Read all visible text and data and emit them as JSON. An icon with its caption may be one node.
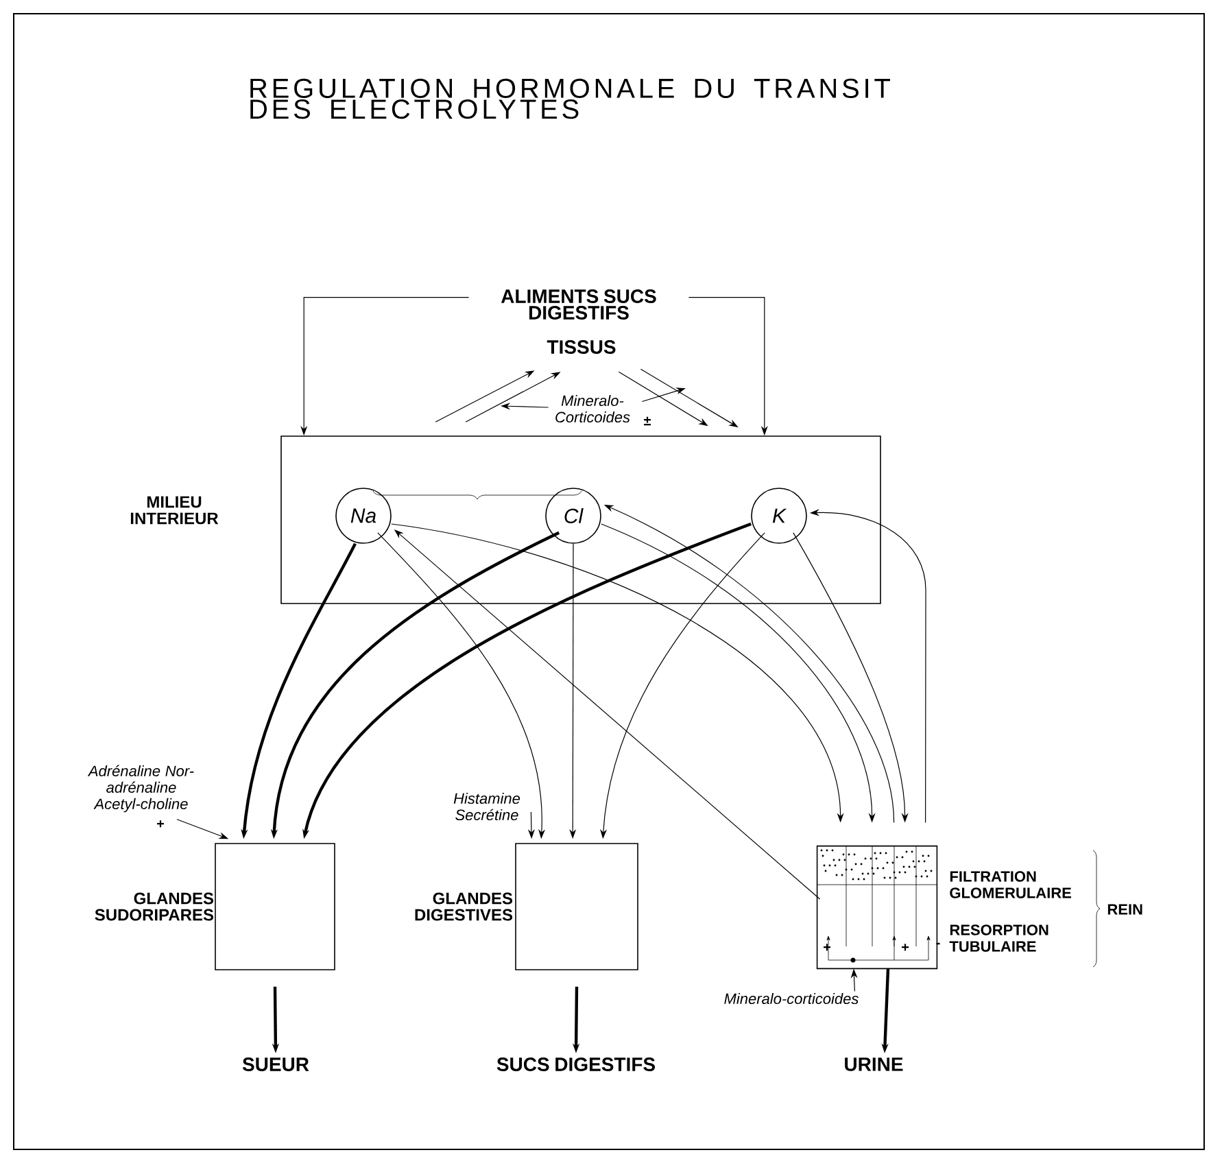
{
  "diagram": {
    "title": "REGULATION HORMONALE DU TRANSIT DES ELECTROLYTES",
    "nodes": [
      {
        "text": [
          "ALIMENTS SUCS DIGESTIFS"
        ]
      },
      {
        "text": [
          "TISSUS"
        ]
      },
      {
        "text": [
          "MILIEU INTERIEUR"
        ]
      },
      {
        "text": [
          "Na"
        ],
        "in": 2
      },
      {
        "text": [
          "Cl"
        ],
        "in": 2
      },
      {
        "text": [
          "K"
        ],
        "in": 2
      },
      {
        "text": [
          "GLANDES SUDORIPARES"
        ]
      },
      {
        "text": [
          "GLANDES DIGESTIVES"
        ]
      },
      {
        "text": [
          "FILTRATION GLOMERULAIRE",
          "RESORPTION TUBULAIRE"
        ],
        "beside": [
          "REIN"
        ]
      },
      {
        "text": [
          "SUEUR"
        ]
      },
      {
        "text": [
          "SUCS DIGESTIFS"
        ]
      },
      {
        "text": [
          "URINE"
        ]
      },
      {
        "text": [
          "Adrénaline Nor-adrénaline Acetyl-choline"
        ]
      },
      {
        "text": [
          "Histamine Secrétine"
        ]
      },
      {
        "text": [
          "Mineralo-Corticoides"
        ]
      },
      {
        "text": [
          "Mineralo-corticoides"
        ]
      }
    ],
    "edges": [
      {
        "from": 0,
        "to": 2,
        "arrow": "to"
      },
      {
        "from": 0,
        "to": 2,
        "arrow": "to"
      },
      {
        "from": 2,
        "to": 1,
        "arrow": "to"
      },
      {
        "from": 2,
        "to": 1,
        "arrow": "to"
      },
      {
        "from": 1,
        "to": 2,
        "arrow": "to"
      },
      {
        "from": 1,
        "to": 2,
        "arrow": "to"
      },
      {
        "from": 3,
        "to": 6,
        "arrow": "to",
        "style": "thick"
      },
      {
        "from": 3,
        "to": 7,
        "arrow": "to"
      },
      {
        "from": 3,
        "to": 8,
        "arrow": "to"
      },
      {
        "from": 8,
        "to": 3,
        "arrow": "to"
      },
      {
        "from": 4,
        "to": 6,
        "arrow": "to",
        "style": "thick"
      },
      {
        "from": 4,
        "to": 7,
        "arrow": "to"
      },
      {
        "from": 4,
        "to": 8,
        "arrow": "to"
      },
      {
        "from": 8,
        "to": 4,
        "arrow": "to"
      },
      {
        "from": 5,
        "to": 6,
        "arrow": "to",
        "style": "thick"
      },
      {
        "from": 5,
        "to": 7,
        "arrow": "to"
      },
      {
        "from": 5,
        "to": 8,
        "arrow": "to"
      },
      {
        "from": 8,
        "to": 5,
        "arrow": "to"
      },
      {
        "from": 6,
        "to": 9,
        "arrow": "to",
        "style": "thick"
      },
      {
        "from": 7,
        "to": 10,
        "arrow": "to",
        "style": "thick"
      },
      {
        "from": 8,
        "to": 11,
        "arrow": "to",
        "style": "thick"
      },
      {
        "from": 12,
        "to": 6,
        "arrow": "to"
      },
      {
        "from": 13,
        "to": 7,
        "arrow": "to"
      },
      {
        "from": 14,
        "to": null,
        "arrow": "to"
      },
      {
        "from": 14,
        "to": null,
        "arrow": "to"
      },
      {
        "from": 15,
        "to": 8,
        "arrow": "to"
      }
    ],
    "labels": [
      "±",
      "+",
      "+",
      "+",
      "-"
    ]
  }
}
